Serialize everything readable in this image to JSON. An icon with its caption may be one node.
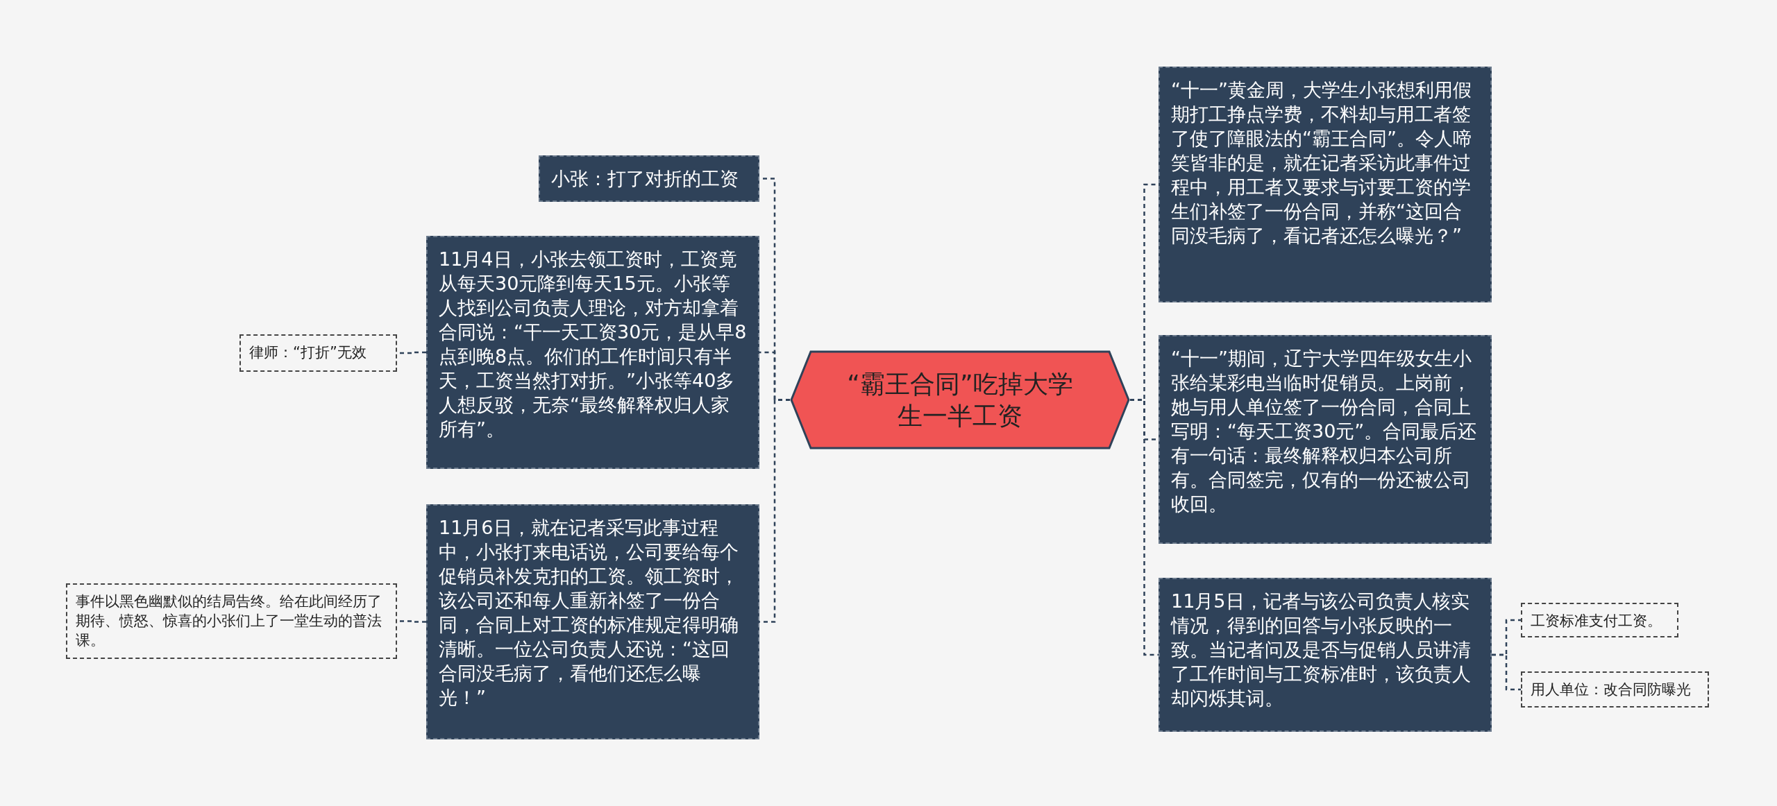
{
  "diagram": {
    "nodes": [
      {
        "text": [
          "“霸王合同”吃掉大学生一半工资"
        ]
      },
      {
        "text": [
          "小张：打了对折的工资"
        ]
      },
      {
        "text": [
          "11月4日，小张去领工资时，工资竟从每天30元降到每天15元。小张等人找到公司负责人理论，对方却拿着合同说：“干一天工资30元，是从早8点到晚8点。你们的工作时间只有半天，工资当然打对折。”小张等40多人想反驳，无奈“最终解释权归人家所有”。"
        ]
      },
      {
        "text": [
          "律师：“打折”无效"
        ]
      },
      {
        "text": [
          "11月6日，就在记者采写此事过程中，小张打来电话说，公司要给每个促销员补发克扣的工资。领工资时，该公司还和每人重新补签了一份合同，合同上对工资的标准规定得明确清晰。一位公司负责人还说：“这回合同没毛病了，看他们还怎么曝光！”"
        ]
      },
      {
        "text": [
          "事件以黑色幽默似的结局告终。给在此间经历了期待、愤怒、惊喜的小张们上了一堂生动的普法课。"
        ]
      },
      {
        "text": [
          "“十一”黄金周，大学生小张想利用假期打工挣点学费，不料却与用工者签了使了障眼法的“霸王合同”。令人啼笑皆非的是，就在记者采访此事件过程中，用工者又要求与讨要工资的学生们补签了一份合同，并称“这回合同没毛病了，看记者还怎么曝光？”"
        ]
      },
      {
        "text": [
          "“十一”期间，辽宁大学四年级女生小张给某彩电当临时促销员。上岗前，她与用人单位签了一份合同，合同上写明：“每天工资30元”。合同最后还有一句话：最终解释权归本公司所有。合同签完，仅有的一份还被公司收回。"
        ]
      },
      {
        "text": [
          "11月5日，记者与该公司负责人核实情况，得到的回答与小张反映的一致。当记者问及是否与促销人员讲清了工作时间与工资标准时，该负责人却闪烁其词。"
        ]
      },
      {
        "text": [
          "工资标准支付工资。"
        ]
      },
      {
        "text": [
          "用人单位：改合同防曝光"
        ]
      }
    ],
    "edges": [
      {
        "from": 0,
        "to": 1,
        "arrow": "none",
        "style": "dashed"
      },
      {
        "from": 0,
        "to": 2,
        "arrow": "none",
        "style": "dashed"
      },
      {
        "from": 2,
        "to": 3,
        "arrow": "none",
        "style": "dashed"
      },
      {
        "from": 0,
        "to": 4,
        "arrow": "none",
        "style": "dashed"
      },
      {
        "from": 4,
        "to": 5,
        "arrow": "none",
        "style": "dashed"
      },
      {
        "from": 0,
        "to": 6,
        "arrow": "none",
        "style": "dashed"
      },
      {
        "from": 0,
        "to": 7,
        "arrow": "none",
        "style": "dashed"
      },
      {
        "from": 0,
        "to": 8,
        "arrow": "none",
        "style": "dashed"
      },
      {
        "from": 8,
        "to": 9,
        "arrow": "none",
        "style": "dashed"
      },
      {
        "from": 8,
        "to": 10,
        "arrow": "none",
        "style": "dashed"
      }
    ]
  }
}
